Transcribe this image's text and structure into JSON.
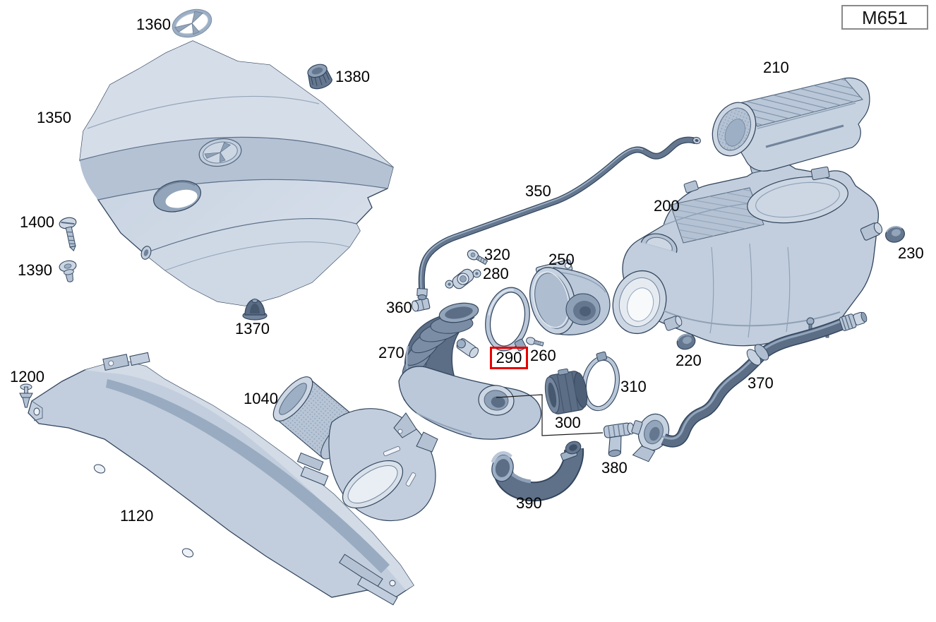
{
  "diagram": {
    "model_code": "M651",
    "type": "engine-air-intake-exploded-parts-diagram"
  },
  "selected_part_number": "290",
  "colors": {
    "highlight": "#e60000",
    "outline": "#33465e",
    "part_light": "#cdd7e4",
    "part_mid": "#c2cedd",
    "part_dark": "#64778f",
    "label_text": "#000000",
    "code_box_border": "#8a8a8a",
    "background": "#ffffff"
  },
  "labels": {
    "200": "200",
    "210": "210",
    "220": "220",
    "230": "230",
    "250": "250",
    "260": "260",
    "270": "270",
    "280": "280",
    "290": "290",
    "300": "300",
    "310": "310",
    "320": "320",
    "350": "350",
    "360": "360",
    "370": "370",
    "380": "380",
    "390": "390",
    "1040": "1040",
    "1120": "1120",
    "1200": "1200",
    "1350": "1350",
    "1360": "1360",
    "1370": "1370",
    "1380": "1380",
    "1390": "1390",
    "1400": "1400"
  }
}
